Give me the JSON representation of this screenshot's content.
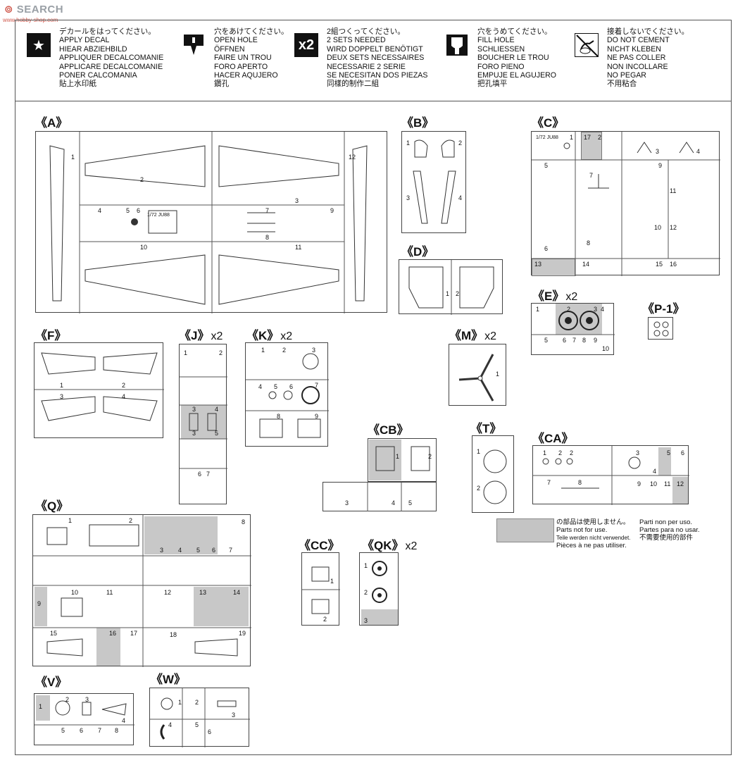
{
  "watermark": {
    "brand": "SEARCH",
    "sub": "www.hobby-shop.com"
  },
  "legend": [
    {
      "icon": "star-icon",
      "glyph": "★",
      "lines": [
        "デカールをはってください。",
        "APPLY DECAL",
        "HIEAR ABZIEHBILD",
        "APPLIQUER DECALCOMANIE",
        "APPLICARE DECALCOMANIE",
        "PONER CALCOMANIA",
        "貼上水印紙"
      ]
    },
    {
      "icon": "drill-hole-icon",
      "glyph": "",
      "lines": [
        "穴をあけてください。",
        "OPEN HOLE",
        "ÖFFNEN",
        "FAIRE UN TROU",
        "FORO APERTO",
        "HACER AQUJERO",
        "鑽孔"
      ]
    },
    {
      "icon": "x2-icon",
      "glyph": "x2",
      "lines": [
        "2組つくってください。",
        "2 SETS NEEDED",
        "WIRD DOPPELT BENÖTIGT",
        "DEUX SETS NECESSAIRES",
        "NECESSARIE 2 SERIE",
        "SE NECESITAN DOS PIEZAS",
        "同樣的制作二組"
      ]
    },
    {
      "icon": "fill-hole-icon",
      "glyph": "",
      "lines": [
        "穴をうめてください。",
        "FILL HOLE",
        "SCHLIESSEN",
        "BOUCHER LE TROU",
        "FORO PIENO",
        "EMPUJE EL AGUJERO",
        "把孔填平"
      ]
    },
    {
      "icon": "no-cement-icon",
      "glyph": "",
      "lines": [
        "接着しないでください。",
        "DO NOT CEMENT",
        "NICHT KLEBEN",
        "NE PAS COLLER",
        "NON INCOLLARE",
        "NO PEGAR",
        "不用粘合"
      ]
    }
  ],
  "sprues": {
    "A": {
      "label": "《A》",
      "parts": [
        "1",
        "2",
        "3",
        "4",
        "5",
        "6",
        "7",
        "8",
        "9",
        "10",
        "11",
        "12"
      ],
      "tag": "1/72 JU88"
    },
    "B": {
      "label": "《B》",
      "parts": [
        "1",
        "2",
        "3",
        "4"
      ]
    },
    "C": {
      "label": "《C》",
      "parts": [
        "1",
        "2",
        "3",
        "4",
        "5",
        "6",
        "7",
        "8",
        "9",
        "10",
        "11",
        "12",
        "13",
        "14",
        "15",
        "16",
        "17"
      ],
      "tag": "1/72 JU88"
    },
    "D": {
      "label": "《D》",
      "parts": [
        "1",
        "2"
      ]
    },
    "E": {
      "label": "《E》",
      "mult": "x2",
      "parts": [
        "1",
        "2",
        "3",
        "4",
        "5",
        "6",
        "7",
        "8",
        "9",
        "10"
      ]
    },
    "P1": {
      "label": "《P-1》",
      "parts": []
    },
    "F": {
      "label": "《F》",
      "parts": [
        "1",
        "2",
        "3",
        "4"
      ]
    },
    "J": {
      "label": "《J》",
      "mult": "x2",
      "parts": [
        "1",
        "2",
        "3",
        "4",
        "3",
        "5",
        "6",
        "7"
      ]
    },
    "K": {
      "label": "《K》",
      "mult": "x2",
      "parts": [
        "1",
        "2",
        "3",
        "4",
        "5",
        "6",
        "7",
        "8",
        "9"
      ]
    },
    "M": {
      "label": "《M》",
      "mult": "x2",
      "parts": [
        "1"
      ]
    },
    "CB": {
      "label": "《CB》",
      "parts": [
        "1",
        "2",
        "3",
        "4",
        "5"
      ]
    },
    "T": {
      "label": "《T》",
      "parts": [
        "1",
        "2"
      ]
    },
    "CA": {
      "label": "《CA》",
      "parts": [
        "1",
        "2",
        "2",
        "3",
        "4",
        "5",
        "6",
        "7",
        "8",
        "9",
        "10",
        "11",
        "12"
      ]
    },
    "Q": {
      "label": "《Q》",
      "parts": [
        "1",
        "2",
        "3",
        "4",
        "5",
        "6",
        "7",
        "8",
        "9",
        "10",
        "11",
        "12",
        "13",
        "14",
        "15",
        "16",
        "17",
        "18",
        "19"
      ]
    },
    "CC": {
      "label": "《CC》",
      "parts": [
        "1",
        "2"
      ]
    },
    "QK": {
      "label": "《QK》",
      "mult": "x2",
      "parts": [
        "1",
        "2",
        "3"
      ]
    },
    "V": {
      "label": "《V》",
      "parts": [
        "1",
        "2",
        "3",
        "4",
        "5",
        "6",
        "7",
        "8"
      ]
    },
    "W": {
      "label": "《W》",
      "parts": [
        "1",
        "2",
        "3",
        "4",
        "5",
        "6"
      ]
    }
  },
  "not_for_use": {
    "swatch_color": "#c4c4c4",
    "col1": [
      "の部品は使用しません。",
      "Parts not for use.",
      "Teile werden nicht verwendet.",
      "Pièces à ne pas utiliser."
    ],
    "col2": [
      "Parti non per uso.",
      "Partes para no usar.",
      "不需要使用的部件"
    ]
  }
}
